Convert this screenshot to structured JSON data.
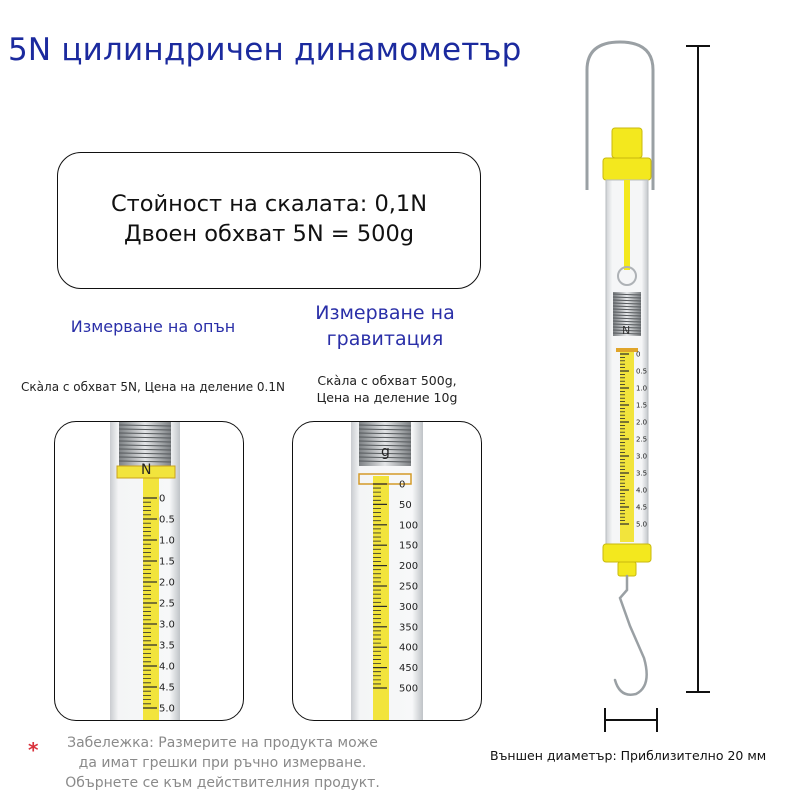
{
  "title": "5N цилиндричен динамометър",
  "spec_box": {
    "line1": "Стойност на скалата: 0,1N",
    "line2": "Двоен обхват 5N = 500g"
  },
  "modes": {
    "tension": {
      "heading": "Измерване на опън",
      "caption": "Скàла с обхват 5N, Цена на деление 0.1N"
    },
    "gravity": {
      "heading_line1": "Измерване на",
      "heading_line2": "гравитация",
      "caption_line1": "Скàла с обхват 500g,",
      "caption_line2": "Цена на деление 10g"
    }
  },
  "scales": {
    "newton": {
      "unit": "N",
      "labels": [
        "0",
        "0.5",
        "1.0",
        "1.5",
        "2.0",
        "2.5",
        "3.0",
        "3.5",
        "4.0",
        "4.5",
        "5.0"
      ],
      "min": 0,
      "max": 5,
      "division": 0.1
    },
    "gram": {
      "unit": "g",
      "labels": [
        "0",
        "50",
        "100",
        "150",
        "200",
        "250",
        "300",
        "350",
        "400",
        "450",
        "500"
      ],
      "min": 0,
      "max": 500,
      "division": 10
    }
  },
  "dimensions": {
    "diameter_label": "Външен диаметър: Приблизително 20 мм"
  },
  "note": {
    "asterisk": "*",
    "line1": "Забележка: Размерите на продукта може",
    "line2": "да имат грешки при ръчно измерване.",
    "line3": "Обърнете се към действителния продукт."
  },
  "colors": {
    "title": "#1b2a9e",
    "heading": "#2a2fa8",
    "body_yellow": "#f3e81e",
    "scale_yellow": "#f2e43c",
    "scale_orange": "#e0a52a",
    "note_gray": "#8a8a8a",
    "asterisk_red": "#d9323c"
  }
}
